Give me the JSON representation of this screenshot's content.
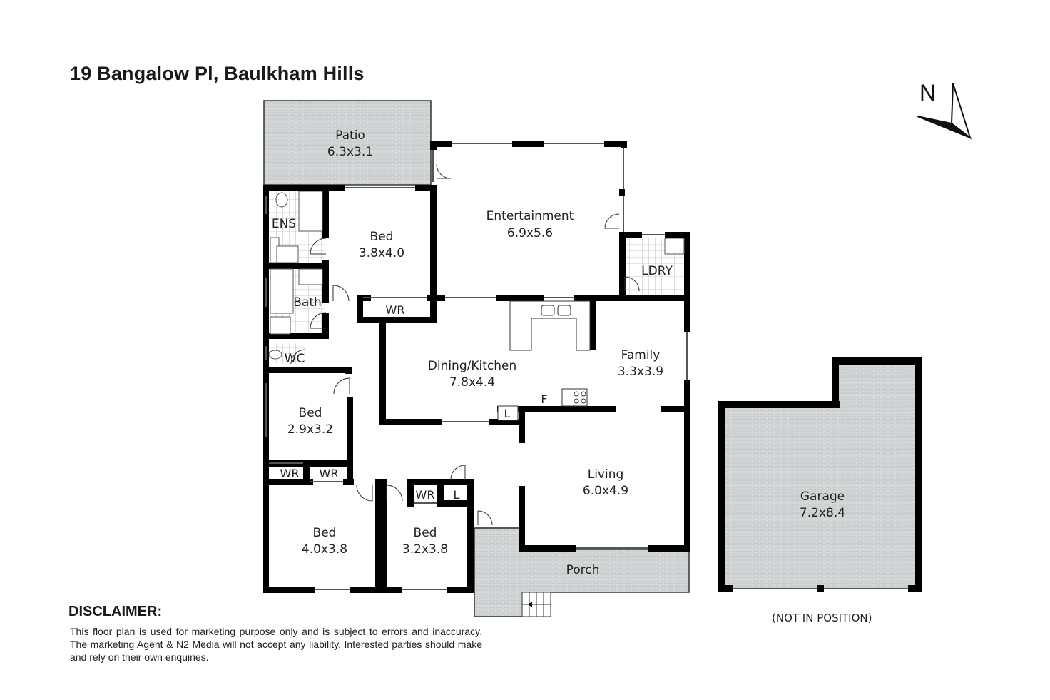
{
  "header": {
    "title": "19 Bangalow Pl, Baulkham Hills"
  },
  "compass": {
    "label": "N"
  },
  "rooms": [
    {
      "name": "Patio",
      "size": "6.3x3.1"
    },
    {
      "name": "Entertainment",
      "size": "6.9x5.6"
    },
    {
      "name": "ENS",
      "size": ""
    },
    {
      "name": "Bed",
      "size": "3.8x4.0"
    },
    {
      "name": "Bath",
      "size": ""
    },
    {
      "name": "WC",
      "size": ""
    },
    {
      "name": "LDRY",
      "size": ""
    },
    {
      "name": "Dining/Kitchen",
      "size": "7.8x4.4"
    },
    {
      "name": "Family",
      "size": "3.3x3.9"
    },
    {
      "name": "Bed",
      "size": "2.9x3.2"
    },
    {
      "name": "Living",
      "size": "6.0x4.9"
    },
    {
      "name": "Bed",
      "size": "4.0x3.8"
    },
    {
      "name": "Bed",
      "size": "3.2x3.8"
    },
    {
      "name": "Porch",
      "size": ""
    },
    {
      "name": "Garage",
      "size": "7.2x8.4"
    }
  ],
  "fixtures": {
    "wr_master": "WR",
    "wr_bed2_a": "WR",
    "wr_bed2_b": "WR",
    "wr_bed4": "WR",
    "linen_hall": "L",
    "linen_kitchen": "L",
    "fridge": "F"
  },
  "garage_note": "(NOT IN POSITION)",
  "disclaimer": {
    "title": "DISCLAIMER:",
    "text": "This floor plan is used for marketing purpose only and is subject to errors and inaccuracy. The marketing Agent & N2 Media will not accept any liability. Interested parties should make and rely on their own enquiries."
  }
}
